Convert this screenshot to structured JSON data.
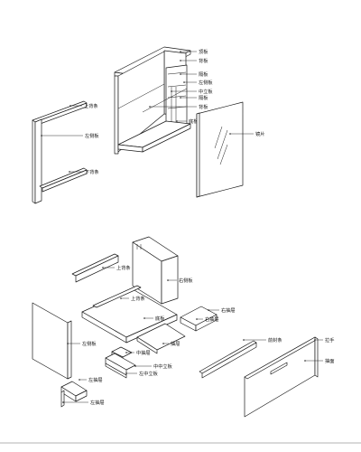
{
  "cabinet": {
    "labels": {
      "top_panel": "顶板",
      "back_panel": "背板",
      "shelf_1": "隔板",
      "left_side_panel": "左侧板",
      "middle_vertical": "中立板",
      "shelf_2": "隔板",
      "back_panel_2": "背板",
      "bottom_panel": "底板",
      "mirror": "镜片",
      "upper_back_strip": "上背条",
      "left_side_panel_2": "左侧板",
      "lower_back_strip": "下背条"
    }
  },
  "vanity": {
    "labels": {
      "upper_back_strip": "上背条",
      "right_side_panel": "右侧板",
      "upper_back_strip_2": "上背条",
      "right_drawer": "右抽屉",
      "bottom_panel": "底板",
      "right_panel": "右抽屉",
      "left_side_panel": "左侧板",
      "drawer_front": "抽屉",
      "middle_panel": "中抽屉",
      "back_middle": "中中立板",
      "left_middle": "左中立板",
      "left_drawer_top": "左抽屉",
      "left_drawer_bottom": "左抽屉",
      "front_strip": "前封条",
      "handle": "拉手",
      "drawer_face": "抽面"
    }
  }
}
